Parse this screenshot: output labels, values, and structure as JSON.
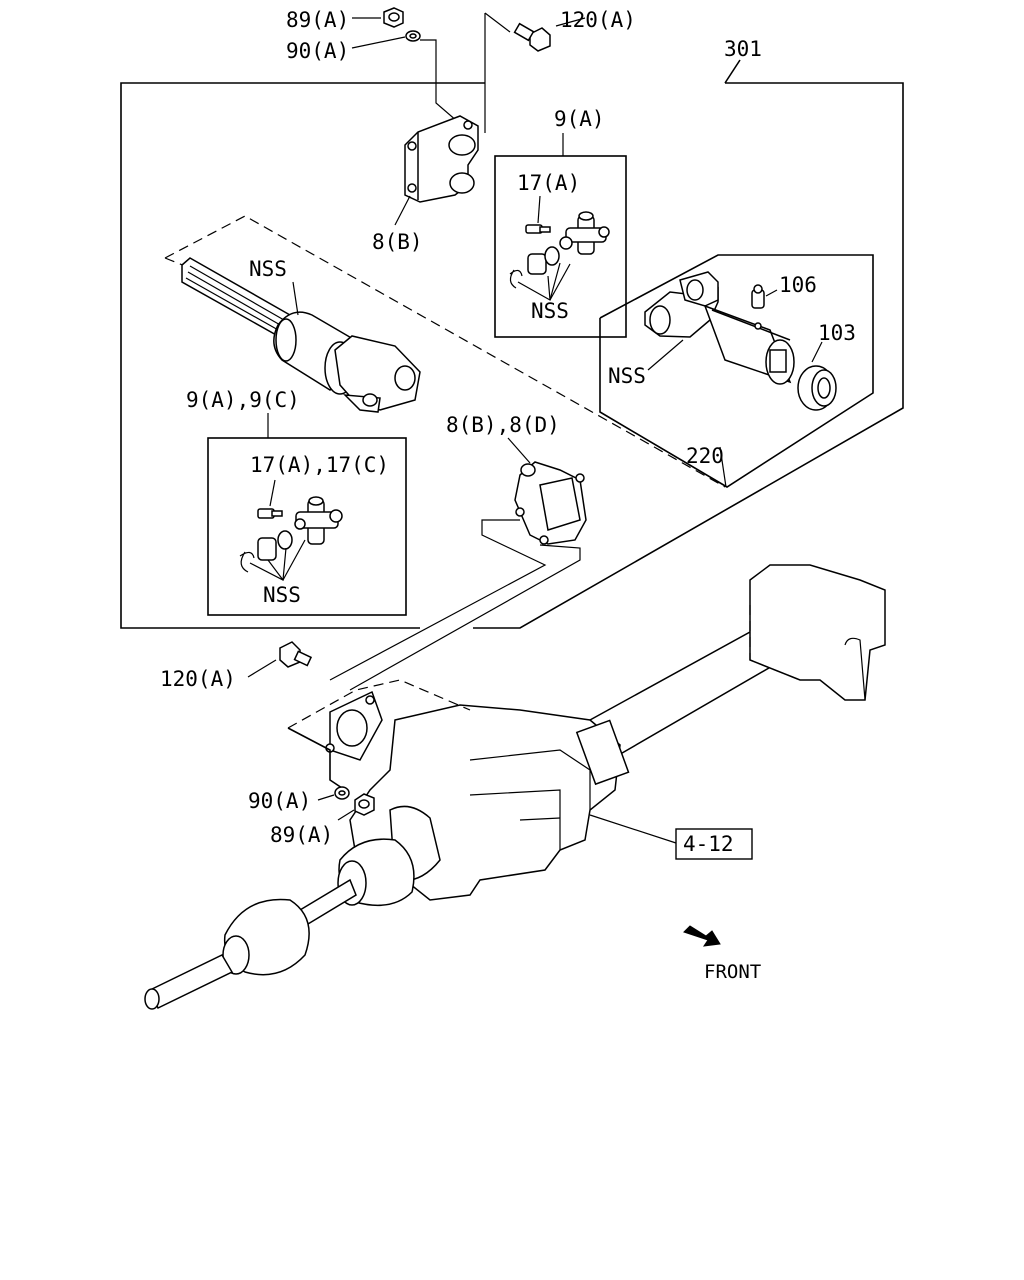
{
  "labels": {
    "p89a_top": "89(A)",
    "p90a_top": "90(A)",
    "p120a_top": "120(A)",
    "p301": "301",
    "p9a": "9(A)",
    "p17a": "17(A)",
    "nss_spider_top": "NSS",
    "p8b": "8(B)",
    "nss_shaft": "NSS",
    "p106": "106",
    "p103": "103",
    "nss_slip": "NSS",
    "p220": "220",
    "p9a9c": "9(A),9(C)",
    "p17a17c": "17(A),17(C)",
    "nss_spider_bottom": "NSS",
    "p8b8d": "8(B),8(D)",
    "p120a_bottom": "120(A)",
    "p90a_bottom": "90(A)",
    "p89a_bottom": "89(A)",
    "ref_4_12": "4-12",
    "front": "FRONT"
  }
}
